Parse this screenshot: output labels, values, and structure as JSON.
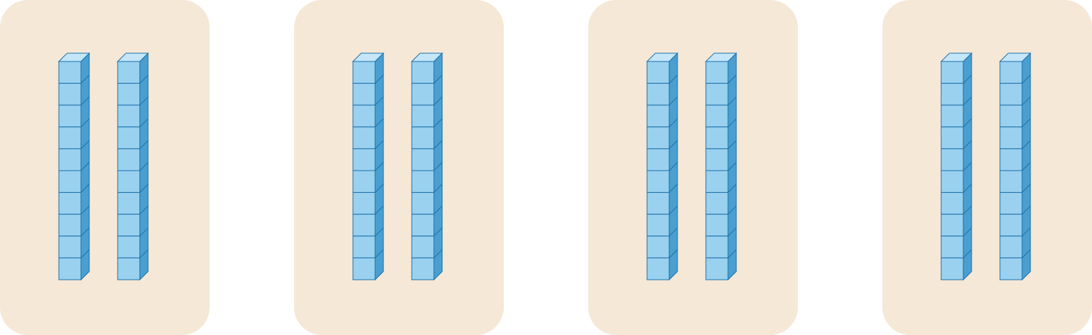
{
  "groups": [
    {
      "rods": [
        {
          "units": 10
        },
        {
          "units": 10
        }
      ]
    },
    {
      "rods": [
        {
          "units": 10
        },
        {
          "units": 10
        }
      ]
    },
    {
      "rods": [
        {
          "units": 10
        },
        {
          "units": 10
        }
      ]
    },
    {
      "rods": [
        {
          "units": 10
        },
        {
          "units": 10
        }
      ]
    }
  ],
  "colors": {
    "card_background": "#f5e8d7",
    "cube_front": "#99d1ef",
    "cube_top": "#c4e6f8",
    "cube_side": "#4a9fd0",
    "outline": "#1a6fa8"
  }
}
